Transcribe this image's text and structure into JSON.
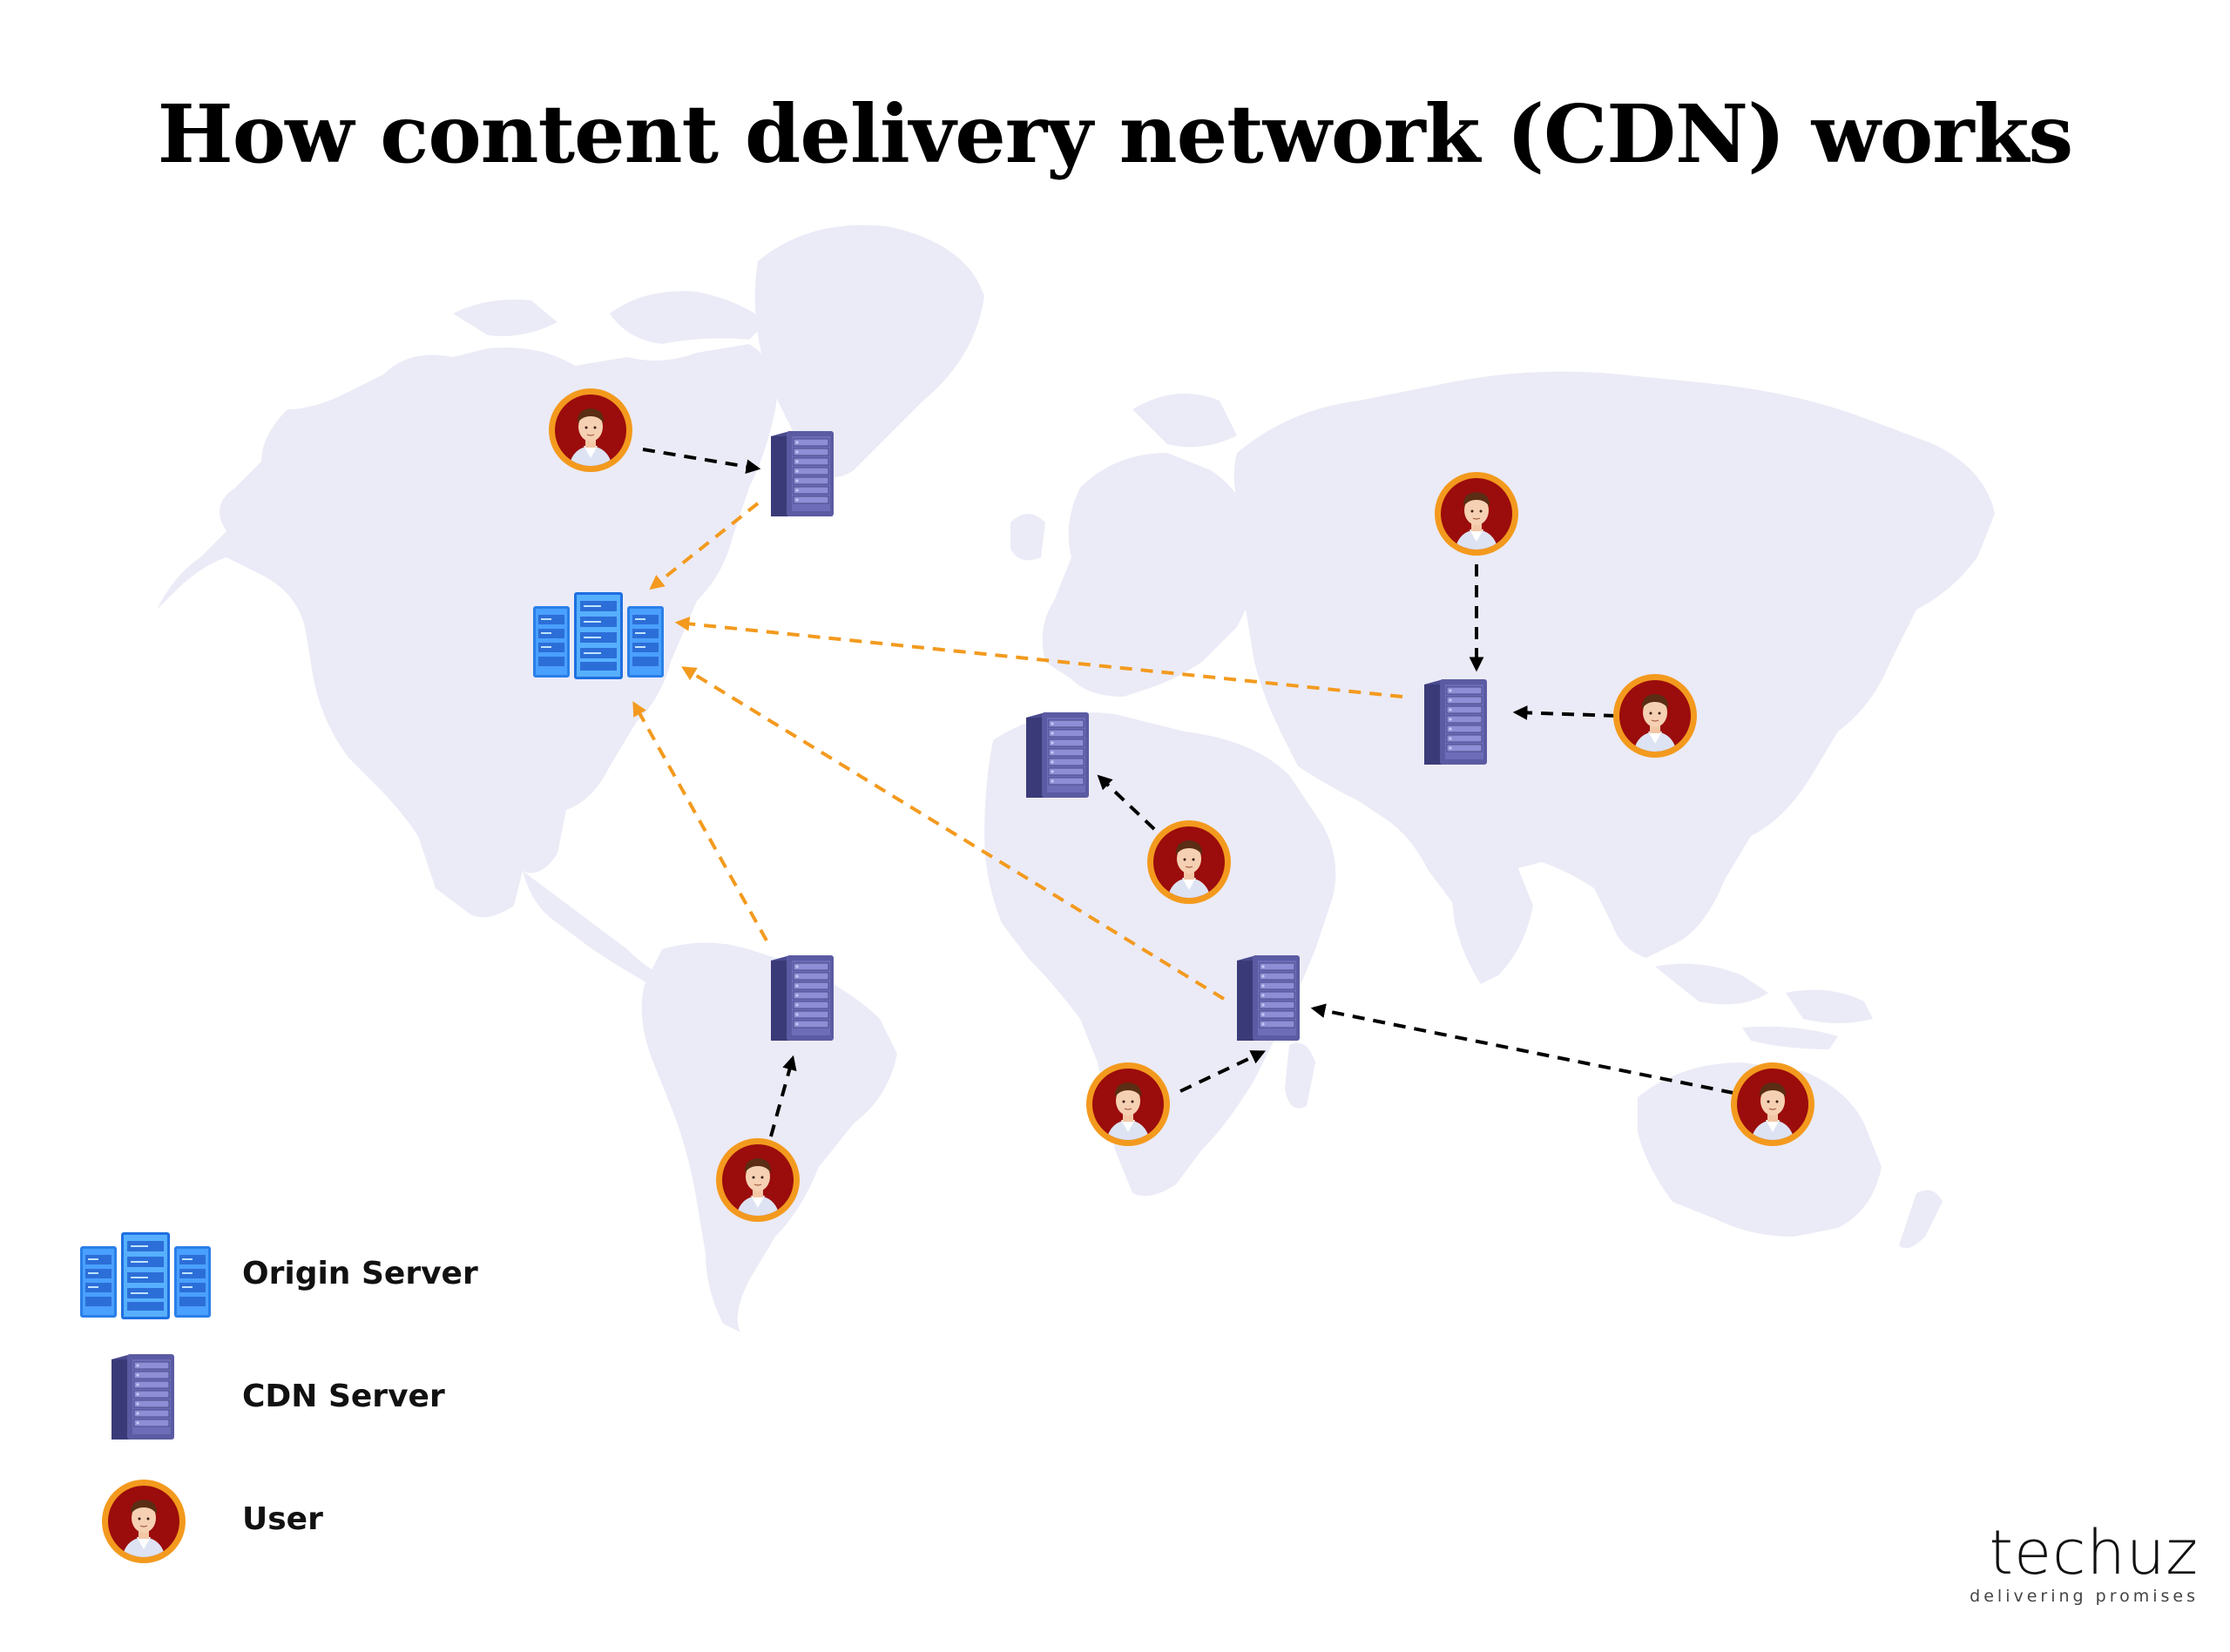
{
  "title": "How content delivery network (CDN) works",
  "legend": {
    "origin_server": "Origin Server",
    "cdn_server": "CDN Server",
    "user": "User"
  },
  "brand": {
    "name": "techuz",
    "tagline": "delivering promises"
  },
  "colors": {
    "map": "#ebebf7",
    "origin_arrow": "#f39a1e",
    "user_arrow": "#000000",
    "user_ring": "#f39a1e",
    "user_bg": "#9b0c0c",
    "cdn_server": "#5b5ba3",
    "origin_server": "#2e86f0"
  },
  "icons": [
    "origin-server-icon",
    "cdn-server-icon",
    "user-icon"
  ]
}
